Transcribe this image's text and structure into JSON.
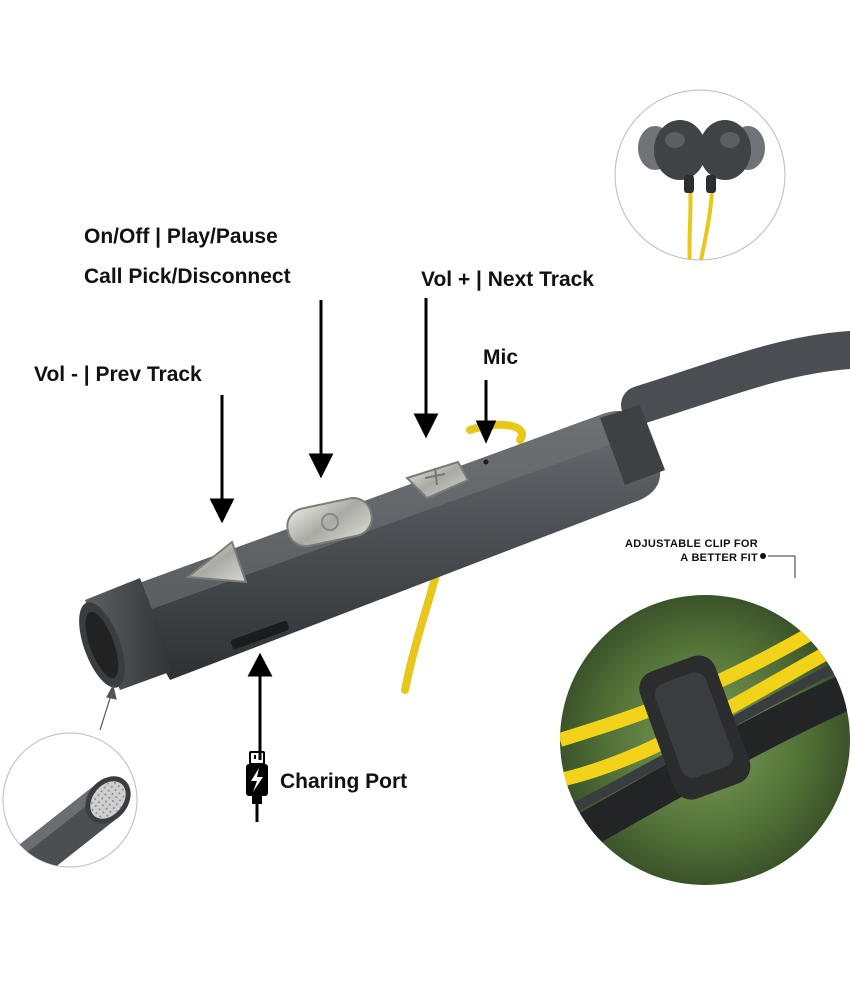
{
  "callouts": {
    "power_play": "On/Off | Play/Pause",
    "call": "Call Pick/Disconnect",
    "vol_next": "Vol + | Next Track",
    "mic": "Mic",
    "vol_prev": "Vol - | Prev Track",
    "charging_port": "Charing Port",
    "clip_line1": "ADJUSTABLE CLIP FOR",
    "clip_line2": "A BETTER FIT"
  },
  "icons": [
    "usb-icon",
    "lightning-icon"
  ],
  "colors": {
    "body_gray": "#4a4e52",
    "cable_yellow": "#e8c61a",
    "background": "#ffffff",
    "text": "#111111"
  }
}
